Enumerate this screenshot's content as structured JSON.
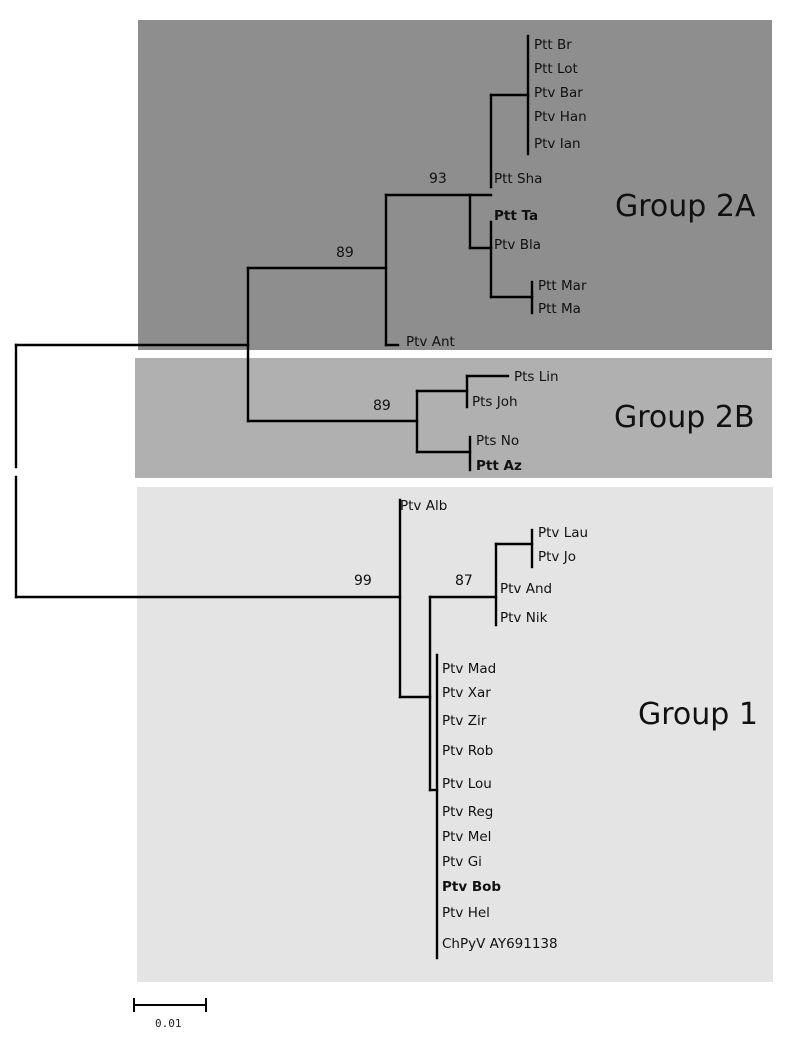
{
  "groups": {
    "g2a": {
      "label": "Group 2A",
      "color": "#8e8e8e"
    },
    "g2b": {
      "label": "Group 2B",
      "color": "#b0b0b0"
    },
    "g1": {
      "label": "Group 1",
      "color": "#e4e4e4"
    }
  },
  "taxa": {
    "ptt_br": "Ptt Br",
    "ptt_lot": "Ptt Lot",
    "ptv_bar": "Ptv Bar",
    "ptv_han": "Ptv Han",
    "ptv_ian": "Ptv Ian",
    "ptt_sha": "Ptt Sha",
    "ptt_ta": "Ptt Ta",
    "ptv_bla": "Ptv Bla",
    "ptt_mar": "Ptt Mar",
    "ptt_ma": "Ptt Ma",
    "ptv_ant": "Ptv Ant",
    "pts_lin": "Pts Lin",
    "pts_joh": "Pts Joh",
    "pts_no": "Pts No",
    "ptt_az": "Ptt Az",
    "ptv_alb": "Ptv Alb",
    "ptv_lau": "Ptv Lau",
    "ptv_jo": "Ptv Jo",
    "ptv_and": "Ptv And",
    "ptv_nik": "Ptv Nik",
    "ptv_mad": "Ptv Mad",
    "ptv_xar": "Ptv Xar",
    "ptv_zir": "Ptv Zir",
    "ptv_rob": "Ptv Rob",
    "ptv_lou": "Ptv Lou",
    "ptv_reg": "Ptv Reg",
    "ptv_mel": "Ptv Mel",
    "ptv_gi": "Ptv Gi",
    "ptv_bob": "Ptv Bob",
    "ptv_hel": "Ptv Hel",
    "chpyv": "ChPyV AY691138"
  },
  "bootstrap": {
    "n93": "93",
    "n89a": "89",
    "n89b": "89",
    "n99": "99",
    "n87": "87"
  },
  "scale_bar": {
    "label": "0.01"
  }
}
